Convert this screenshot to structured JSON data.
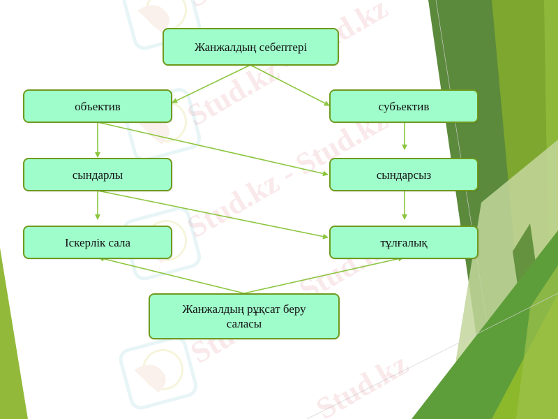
{
  "slide": {
    "background": "#ffffff",
    "box_fill": "#9ffdcb",
    "box_border": "#6f9a1d",
    "arrow_color": "#8cc63f"
  },
  "diagram": {
    "root": {
      "label": "Жанжалдың себептері"
    },
    "nodes": [
      {
        "id": "objective",
        "label": "объектив"
      },
      {
        "id": "subjective",
        "label": "субъектив"
      },
      {
        "id": "constructive",
        "label": "сындарлы"
      },
      {
        "id": "destructive",
        "label": "сындарсыз"
      },
      {
        "id": "business",
        "label": "Іскерлік сала"
      },
      {
        "id": "personal",
        "label": "тұлғалық"
      }
    ],
    "bottom": {
      "label": "Жанжалдың рұқсат беру саласы"
    },
    "edges": [
      {
        "from": "root",
        "to": "objective"
      },
      {
        "from": "root",
        "to": "subjective"
      },
      {
        "from": "objective",
        "to": "constructive"
      },
      {
        "from": "objective",
        "to": "destructive"
      },
      {
        "from": "subjective",
        "to": "destructive"
      },
      {
        "from": "constructive",
        "to": "business"
      },
      {
        "from": "constructive",
        "to": "personal"
      },
      {
        "from": "destructive",
        "to": "personal"
      },
      {
        "from": "bottom",
        "to": "business"
      },
      {
        "from": "bottom",
        "to": "personal"
      }
    ]
  },
  "watermark": {
    "text": "Stud.kz - Stud.kz",
    "short_text": "Stud.kz"
  }
}
